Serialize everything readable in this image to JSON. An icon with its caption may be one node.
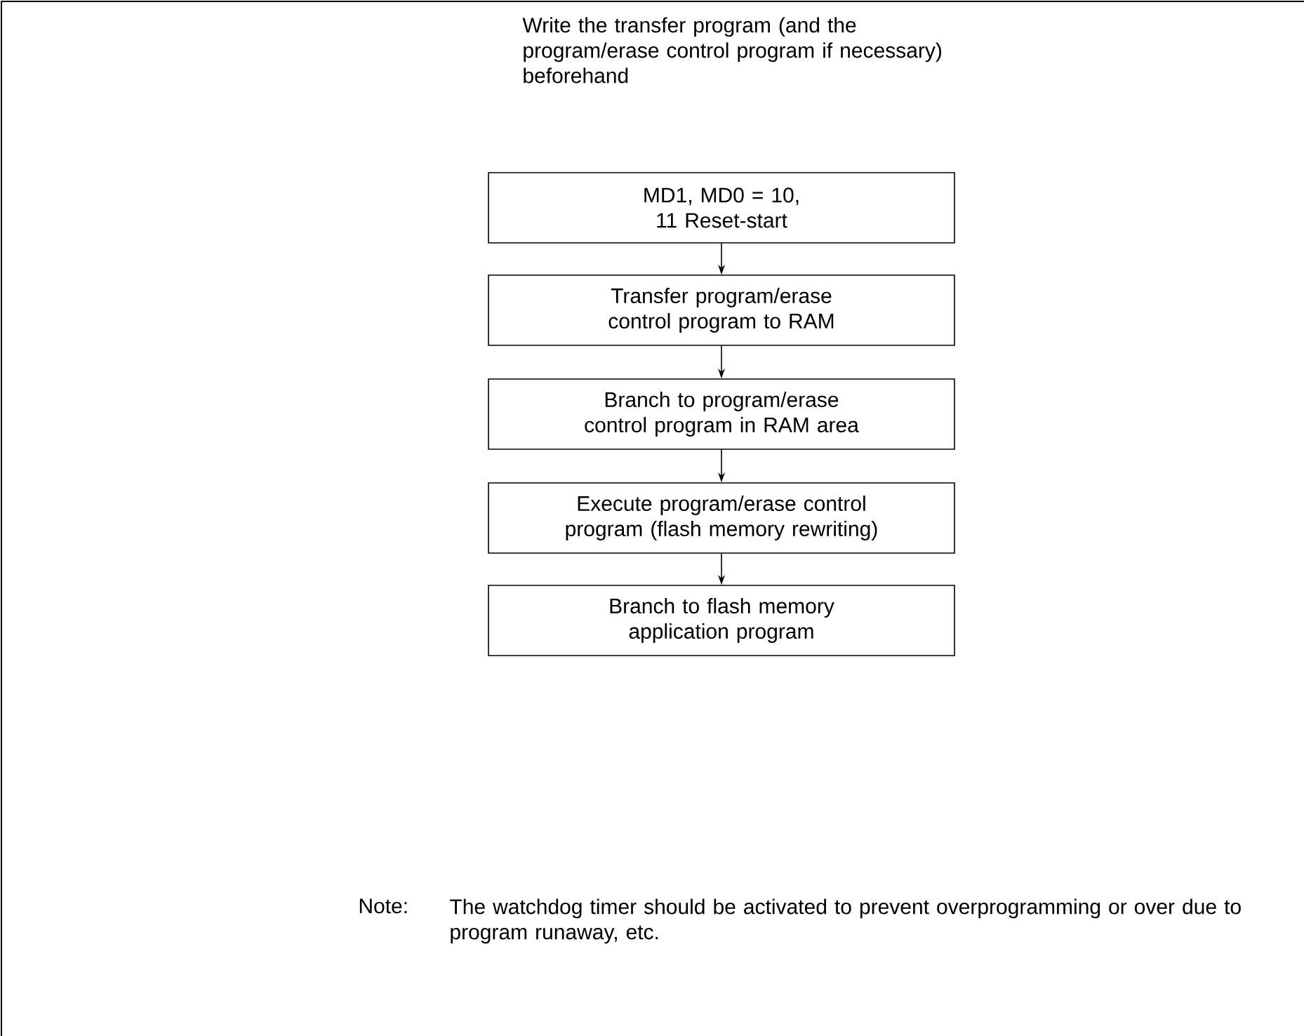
{
  "diagram": {
    "nodes": [
      {
        "text": [
          "MD1, MD0 = 10, 11 Reset-start"
        ]
      },
      {
        "text": [
          "Transfer program/erase control program to RAM"
        ]
      },
      {
        "text": [
          "Branch to program/erase control program in RAM area"
        ]
      },
      {
        "text": [
          "Execute program/erase control program (flash memory rewriting)"
        ]
      },
      {
        "text": [
          "Branch to flash memory application program"
        ]
      }
    ],
    "edges": [
      {
        "from": 0,
        "to": 1,
        "arrow": "to"
      },
      {
        "from": 1,
        "to": 2,
        "arrow": "to"
      },
      {
        "from": 2,
        "to": 3,
        "arrow": "to"
      },
      {
        "from": 3,
        "to": 4,
        "arrow": "to"
      }
    ],
    "labels": [
      "Write the transfer program (and the program/erase control program if necessary) beforehand",
      "Note:",
      "The watchdog timer should be activated to prevent overprogramming or over due to program runaway, etc."
    ]
  }
}
